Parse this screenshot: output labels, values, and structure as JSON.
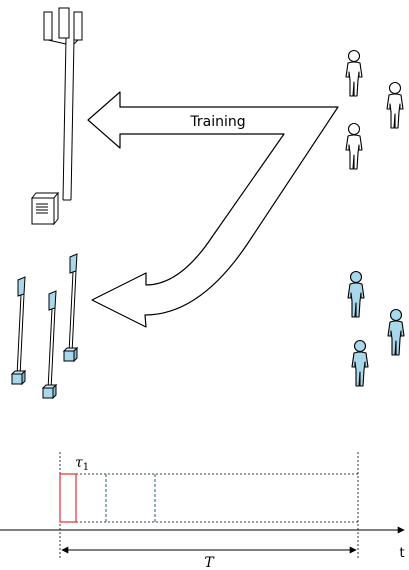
{
  "colors": {
    "ink": "#000000",
    "arrow_fill": "#ffffff",
    "person_outline_fill": "#ffffff",
    "person_blue_fill": "#a9d8ea",
    "pilot_slot_color": "#e03030",
    "dashed_slot_color": "#1f5f7a",
    "tower_fill": "#ffffff",
    "cabinet_fill": "#ffffff"
  },
  "arrow": {
    "label": "Training"
  },
  "timeline": {
    "tau_label": "τ",
    "tau_subscript": "1",
    "period_label": "T",
    "axis_label": "t"
  },
  "icons": {
    "tower": "cell-tower-icon",
    "cabinet": "base-station-cabinet-icon",
    "antenna": "distributed-antenna-icon",
    "user": "user-icon"
  }
}
